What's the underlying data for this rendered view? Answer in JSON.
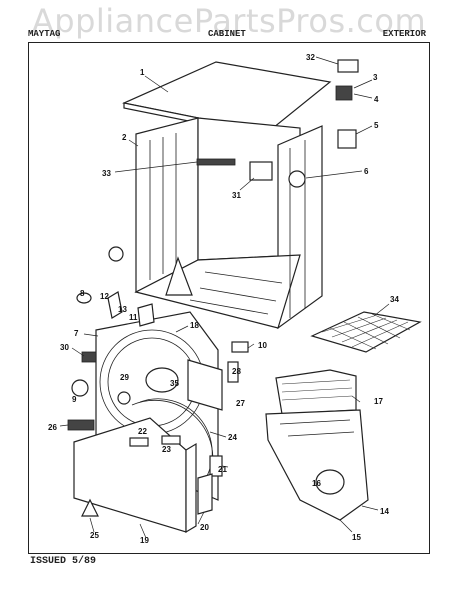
{
  "watermark": "AppliancePartsPros.com",
  "header": {
    "left": "MAYTAG",
    "middle": "CABINET",
    "right": "EXTERIOR"
  },
  "footer": {
    "issued": "ISSUED 5/89"
  },
  "parts": [
    {
      "num": "1"
    },
    {
      "num": "2"
    },
    {
      "num": "3"
    },
    {
      "num": "4"
    },
    {
      "num": "5"
    },
    {
      "num": "6"
    },
    {
      "num": "7"
    },
    {
      "num": "8"
    },
    {
      "num": "9"
    },
    {
      "num": "10"
    },
    {
      "num": "11"
    },
    {
      "num": "12"
    },
    {
      "num": "13"
    },
    {
      "num": "14"
    },
    {
      "num": "15"
    },
    {
      "num": "16"
    },
    {
      "num": "17"
    },
    {
      "num": "18"
    },
    {
      "num": "19"
    },
    {
      "num": "20"
    },
    {
      "num": "21"
    },
    {
      "num": "22"
    },
    {
      "num": "23"
    },
    {
      "num": "24"
    },
    {
      "num": "25"
    },
    {
      "num": "26"
    },
    {
      "num": "27"
    },
    {
      "num": "28"
    },
    {
      "num": "29"
    },
    {
      "num": "30"
    },
    {
      "num": "31"
    },
    {
      "num": "32"
    },
    {
      "num": "33"
    },
    {
      "num": "34"
    },
    {
      "num": "35"
    }
  ]
}
